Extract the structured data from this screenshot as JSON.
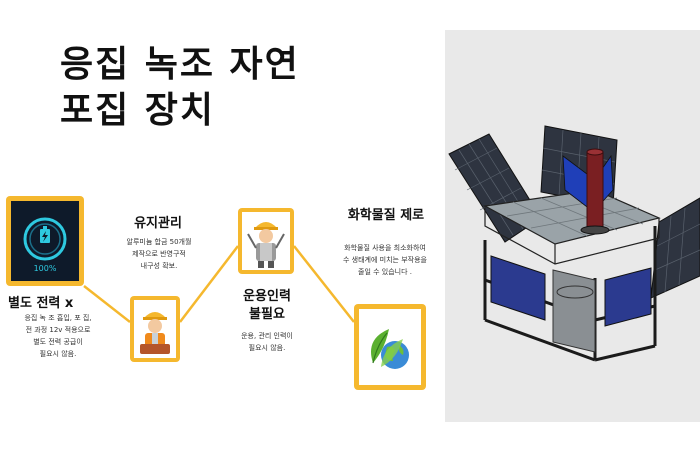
{
  "title": {
    "line1": "응집 녹조 자연",
    "line2": "포집 장치"
  },
  "features": [
    {
      "heading": "별도 전력 x",
      "desc_lines": [
        "응집 녹 조 흡입, 포 집,",
        "전 과정 12v 적용으로",
        "별도 전력 공급이",
        "필요시 않음."
      ],
      "icon": "battery-charging-icon",
      "battery_label": "100%"
    },
    {
      "heading": "유지관리",
      "desc_lines": [
        "알루미늄 합금 50개월",
        "제작으로 반영구적",
        "내구성 확보."
      ],
      "icon": "maintenance-worker-icon"
    },
    {
      "heading_lines": [
        "운용인력",
        "불필요"
      ],
      "desc_lines": [
        "운용, 관리 인력이",
        "필요시 않음."
      ],
      "icon": "worker-tools-icon"
    },
    {
      "heading": "화학물질 제로",
      "desc_lines": [
        "화학물질 사용을 최소화하여",
        "수 생태계에 미치는 부작용을",
        "줄일 수 있습니다 ."
      ],
      "icon": "eco-globe-icon"
    }
  ],
  "colors": {
    "accent": "#f5b82e",
    "solar_panel": "#2e3440",
    "tank_blue": "#2b3a8f",
    "pipe_red": "#7a1f22",
    "deck": "#9aa3a8"
  }
}
